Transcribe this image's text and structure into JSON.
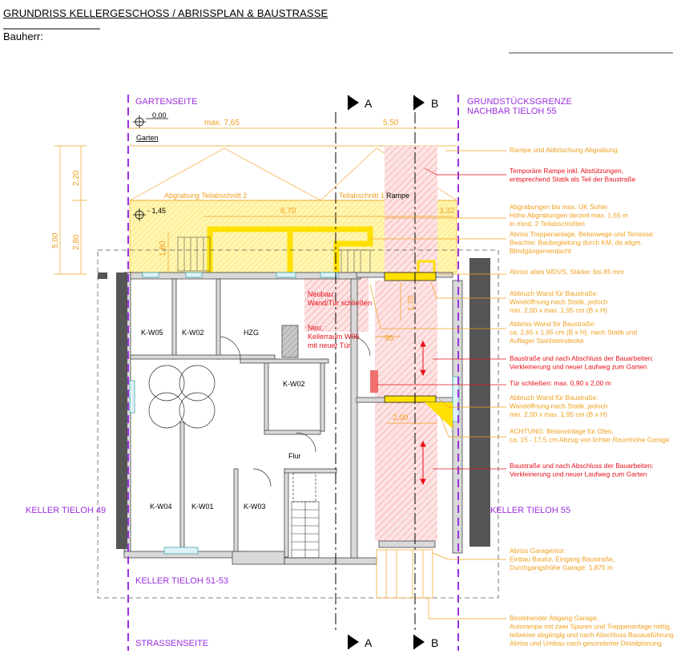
{
  "header": {
    "title": "GRUNDRISS KELLERGESCHOSS / ABRISSPLAN & BAUSTRASSE",
    "bauherr_label": "Bauherr:"
  },
  "sides": {
    "garden": "GARTENSEITE",
    "street": "STRASSENSEITE",
    "boundary_1": "GRUNDSTÜCKSGRENZE",
    "boundary_2": "NACHBAR TIELOH 55",
    "keller_left": "KELLER TIELOH 49",
    "keller_right": "KELLER TIELOH 55",
    "keller_bottom": "KELLER TIELOH 51-53"
  },
  "sections": {
    "a": "A",
    "b": "B"
  },
  "levels": {
    "ground": "0,00",
    "excavation": "- 1,45"
  },
  "dimensions": {
    "max_width": "max. 7,65",
    "width_550": "5,50",
    "width_670": "6,70",
    "width_332": "3,32",
    "height_500": "5,00",
    "height_220": "2,20",
    "height_280": "2,80",
    "height_180": "1,80",
    "height_170": "1,70",
    "width_095": "95",
    "width_200": "2,00"
  },
  "labels": {
    "garten": "Garten",
    "abgrabung_2": "Abgrabung Teilabschnitt 2",
    "teilabschnitt_1": "Teilabschnitt 1",
    "rampe": "Rampe",
    "flur": "Flur"
  },
  "rooms": {
    "kw05": "K-W05",
    "kw02_top": "K-W02",
    "hzg": "HZG",
    "kw02_mid": "K-W02",
    "kw04": "K-W04",
    "kw01": "K-W01",
    "kw03": "K-W03"
  },
  "inplan_notes": {
    "neubau_1": "Neubau:",
    "neubau_2": "Wand/Tür schließen",
    "neu_1": "Neu:",
    "neu_2": "Kellerraum W06",
    "neu_3": "mit neuer Tür"
  },
  "annotations": [
    {
      "color": "#f0a020",
      "lines": [
        "Rampe und Abböschung Abgrabung:"
      ]
    },
    {
      "color": "#e8101a",
      "lines": [
        "Temporäre Rampe inkl. Abstützungen,",
        "entsprechend Statik als Teil der Baustraße"
      ]
    },
    {
      "color": "#f0a020",
      "lines": [
        "Abgrabungen bis max. UK Sohle:",
        "Höhe Abgrabungen derzeit max. 1,65 m",
        "in mind. 2 Teilabschnitten"
      ]
    },
    {
      "color": "#f0a020",
      "lines": [
        "Abriss Treppenanlage, Betonwege und Terrasse:",
        "Beachte: Baubegleitung durch KM, da allgm.",
        "Blindgängerverdacht"
      ]
    },
    {
      "color": "#f0a020",
      "lines": [
        "Abriss altes WDVS, Stärke: bis 85 mm"
      ]
    },
    {
      "color": "#f0a020",
      "lines": [
        "Abbruch Wand für Baustraße:",
        "Wandöffnung nach Statik, jedoch",
        "min. 2,00 x max. 1,95 cm (B x H)"
      ]
    },
    {
      "color": "#f0a020",
      "lines": [
        "Abbriss Wand für Baustraße:",
        "ca. 2,65 x 1,95 cm (B x H), nach Statik und",
        "Auflager Stahlsteindecke"
      ]
    },
    {
      "color": "#e8101a",
      "lines": [
        "Baustraße und nach Abschluss der Bauarbeiten:",
        "Verkleinerung und neuer Laufweg zum Garten"
      ]
    },
    {
      "color": "#e8101a",
      "lines": [
        "Tür schließen: max. 0,90 x 2,00 m"
      ]
    },
    {
      "color": "#f0a020",
      "lines": [
        "Abbruch Wand für Baustraße:",
        "Wandöffnung nach Statik, jedoch",
        "min. 2,00 x max. 1,95 cm (B x H)"
      ]
    },
    {
      "color": "#f0a020",
      "lines": [
        "ACHTUNG: Betoneinlage für Ofen,",
        "ca. 15 - 17,5 cm Abzug von lichter Raumhöhe Garage"
      ]
    },
    {
      "color": "#e8101a",
      "lines": [
        "Baustraße und nach Abschluss der Bauarbeiten:",
        "Verkleinerung und neuer Laufweg zum Garten"
      ]
    },
    {
      "color": "#f0a020",
      "lines": [
        "Abriss Garagentor:",
        "Einbau Bautür, Eingang Baustraße,",
        "Durchgangshöhe Garage: 1,875 m"
      ]
    },
    {
      "color": "#f0a020",
      "lines": [
        "Bestehender Abgang Garage:",
        "Autorampe mit zwei Spuren und Treppenanlage mittig,",
        "teilweise abgängig und nach Abschluss Bauausführung",
        "Abriss und Umbau nach gesonderter Detailplanung"
      ]
    }
  ],
  "colors": {
    "orange": "#f0a020",
    "red": "#e8101a",
    "purple": "#9b30e0",
    "yellow_fill": "#fff6b0",
    "yellow_strong": "#ffe000",
    "wall": "#d9d9d9"
  }
}
